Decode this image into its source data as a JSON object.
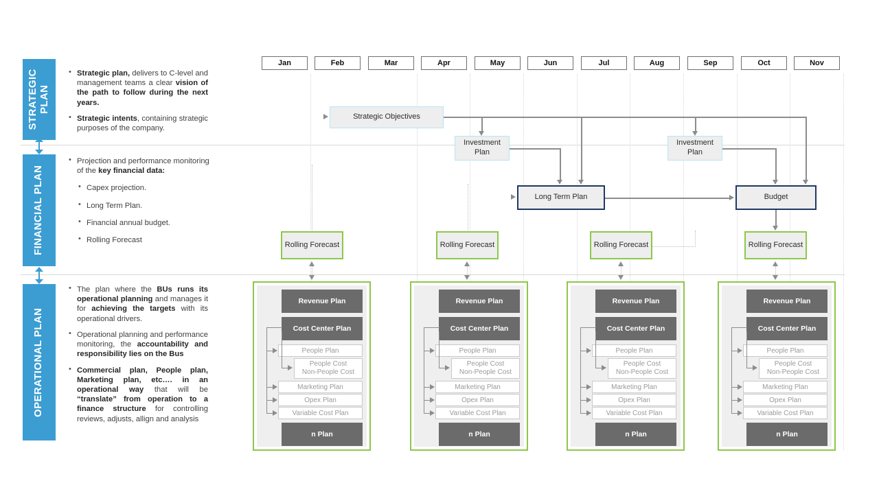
{
  "bands": [
    {
      "id": "strategic",
      "label": "STRATEGIC\nPLAN",
      "color": "#3b9dd2",
      "bullets": [
        {
          "html_key": "b1"
        },
        {
          "html_key": "b2"
        }
      ]
    },
    {
      "id": "financial",
      "label": "FINANCIAL PLAN",
      "color": "#3b9dd2"
    },
    {
      "id": "operational",
      "label": "OPERATIONAL PLAN",
      "color": "#3b9dd2"
    }
  ],
  "strategic_text": {
    "b1_lead": "Strategic plan,",
    "b1_mid": " delivers to C-level and management teams a clear ",
    "b1_bold2": "vision of the path to follow during the next years.",
    "b2_lead": "Strategic intents",
    "b2_rest": ", containing strategic purposes of the company."
  },
  "financial_text": {
    "b1_lead": "Projection and performance monitoring of the ",
    "b1_bold": "key financial data:",
    "subs": [
      "Capex projection.",
      "Long Term Plan.",
      "Financial annual budget.",
      "Rolling Forecast"
    ]
  },
  "operational_text": {
    "b1_p1": "The plan where the ",
    "b1_b1": "BUs runs its operational planning",
    "b1_p2": " and manages it for ",
    "b1_b2": "achieving the targets",
    "b1_p3": " with its operational drivers.",
    "b2_p1": "Operational planning and performance monitoring, the ",
    "b2_b1": "accountability and responsibility lies on the Bus",
    "b3_b1": "Commercial plan, People plan, Marketing plan, etc…. in an operational way",
    "b3_p1": " that will be ",
    "b3_b2": "“translate” from operation to a finance structure",
    "b3_p2": " for controlling reviews, adjusts, allign and analysis"
  },
  "timeline": {
    "months": [
      "Jan",
      "Feb",
      "Mar",
      "Apr",
      "May",
      "Jun",
      "Jul",
      "Aug",
      "Sep",
      "Oct",
      "Nov"
    ]
  },
  "flow": {
    "strategic_objectives": "Strategic Objectives",
    "investment_plan_1": "Investment\nPlan",
    "investment_plan_2": "Investment\nPlan",
    "long_term_plan": "Long Term Plan",
    "budget": "Budget",
    "rolling_forecasts": [
      "Rolling Forecast",
      "Rolling Forecast",
      "Rolling Forecast",
      "Rolling Forecast"
    ]
  },
  "operational_panel": {
    "revenue_plan": "Revenue Plan",
    "cost_center_plan": "Cost Center Plan",
    "people_plan": "People Plan",
    "people_cost": "People Cost\nNon-People Cost",
    "marketing_plan": "Marketing Plan",
    "opex_plan": "Opex Plan",
    "variable_cost_plan": "Variable Cost  Plan",
    "n_plan": "n Plan"
  },
  "colors": {
    "band_blue": "#3b9dd2",
    "box_light_blue_border": "#b9e4f2",
    "box_navy_border": "#1f3864",
    "box_green_border": "#8ec64b",
    "box_fill": "#eeeeee",
    "dark_block": "#6b6b6b",
    "connector_gray": "#8c8c8c"
  }
}
